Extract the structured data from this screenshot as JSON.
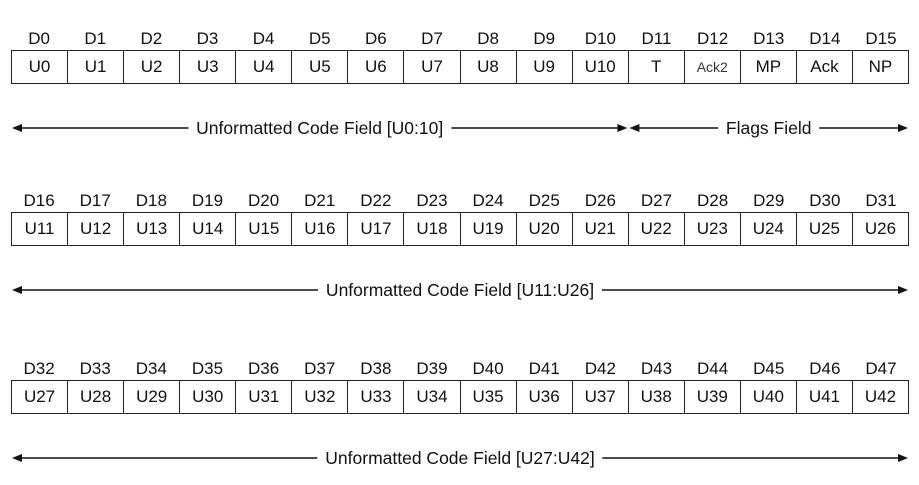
{
  "rows": [
    {
      "d_labels": [
        "D0",
        "D1",
        "D2",
        "D3",
        "D4",
        "D5",
        "D6",
        "D7",
        "D8",
        "D9",
        "D10",
        "D11",
        "D12",
        "D13",
        "D14",
        "D15"
      ],
      "cells": [
        "U0",
        "U1",
        "U2",
        "U3",
        "U4",
        "U5",
        "U6",
        "U7",
        "U8",
        "U9",
        "U10",
        "T",
        "Ack2",
        "MP",
        "Ack",
        "NP"
      ],
      "fields": [
        {
          "label": "Unformatted Code Field [U0:10]",
          "start": 0,
          "end": 11
        },
        {
          "label": "Flags Field",
          "start": 11,
          "end": 16
        }
      ]
    },
    {
      "d_labels": [
        "D16",
        "D17",
        "D18",
        "D19",
        "D20",
        "D21",
        "D22",
        "D23",
        "D24",
        "D25",
        "D26",
        "D27",
        "D28",
        "D29",
        "D30",
        "D31"
      ],
      "cells": [
        "U11",
        "U12",
        "U13",
        "U14",
        "U15",
        "U16",
        "U17",
        "U18",
        "U19",
        "U20",
        "U21",
        "U22",
        "U23",
        "U24",
        "U25",
        "U26"
      ],
      "fields": [
        {
          "label": "Unformatted Code Field [U11:U26]",
          "start": 0,
          "end": 16
        }
      ]
    },
    {
      "d_labels": [
        "D32",
        "D33",
        "D34",
        "D35",
        "D36",
        "D37",
        "D38",
        "D39",
        "D40",
        "D41",
        "D42",
        "D43",
        "D44",
        "D45",
        "D46",
        "D47"
      ],
      "cells": [
        "U27",
        "U28",
        "U29",
        "U30",
        "U31",
        "U32",
        "U33",
        "U34",
        "U35",
        "U36",
        "U37",
        "U38",
        "U39",
        "U40",
        "U41",
        "U42"
      ],
      "fields": [
        {
          "label": "Unformatted Code Field [U27:U42]",
          "start": 0,
          "end": 16
        }
      ]
    }
  ]
}
